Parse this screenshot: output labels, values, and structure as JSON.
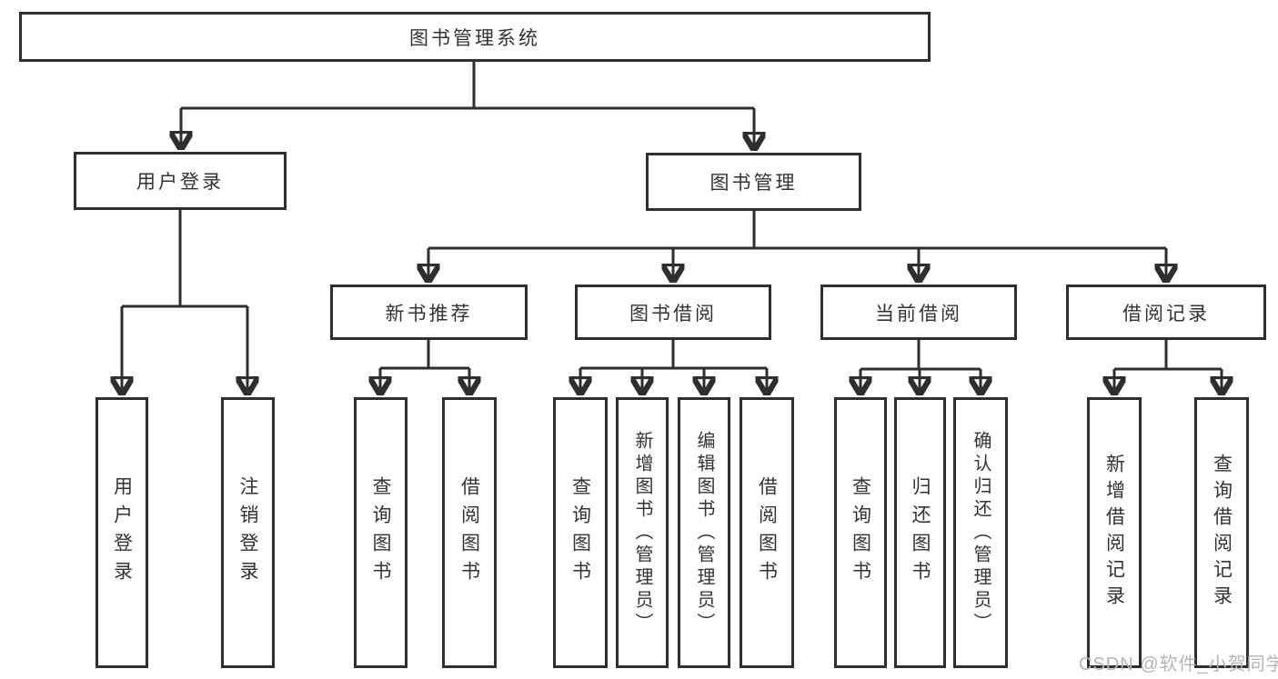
{
  "nodes": {
    "root": {
      "label": "图书管理系统"
    },
    "user_login": {
      "label": "用户登录"
    },
    "book_mgmt": {
      "label": "图书管理"
    },
    "new_books": {
      "label": "新书推荐"
    },
    "book_borrow": {
      "label": "图书借阅"
    },
    "current_borrow": {
      "label": "当前借阅"
    },
    "borrow_records": {
      "label": "借阅记录"
    }
  },
  "leaves": {
    "user_login_action": "用户登录",
    "logout_action": "注销登录",
    "nb_query_books": "查询图书",
    "nb_borrow_books": "借阅图书",
    "bb_query_books": "查询图书",
    "bb_add_books": "新增图书（管理员）",
    "bb_edit_books": "编辑图书（管理员）",
    "bb_borrow_books": "借阅图书",
    "cb_query_books": "查询图书",
    "cb_return_books": "归还图书",
    "cb_confirm_return": "确认归还（管理员）",
    "br_add_record": "新增借阅记录",
    "br_query_record": "查询借阅记录"
  },
  "watermark": "CSDN @软件_小贺同学",
  "colors": {
    "line": "#2e2e2e",
    "text": "#333333",
    "box_background": "#ffffff",
    "page_background": "#ffffff",
    "watermark": "#b5b5b5"
  }
}
